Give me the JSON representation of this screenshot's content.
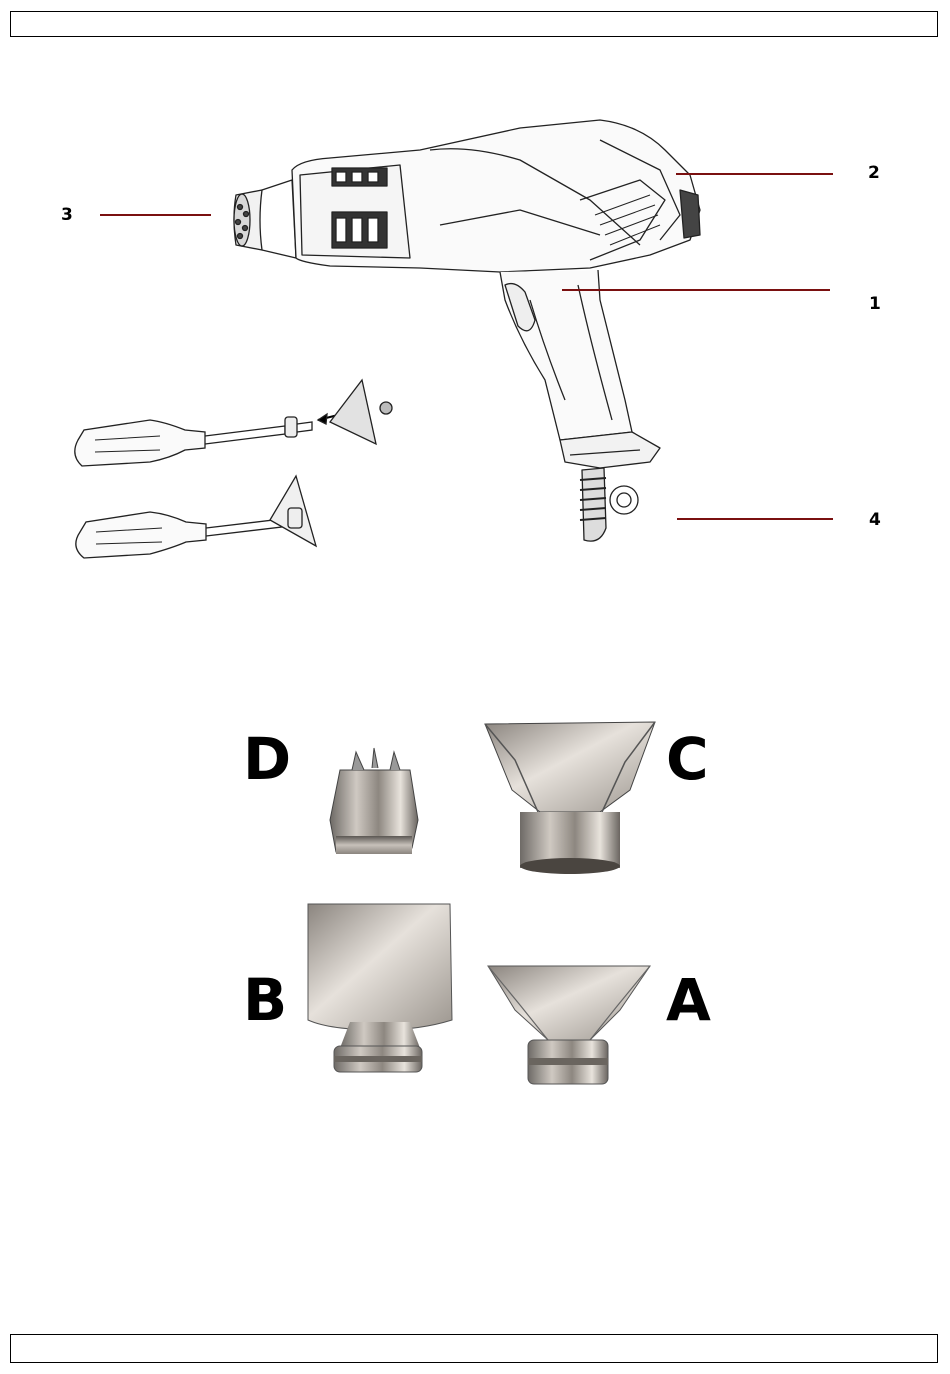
{
  "callouts": {
    "c1": "1",
    "c2": "2",
    "c3": "3",
    "c4": "4"
  },
  "nozzles": {
    "a": "A",
    "b": "B",
    "c": "C",
    "d": "D"
  },
  "colors": {
    "leader_line": "#7a1010",
    "outline": "#222222"
  }
}
